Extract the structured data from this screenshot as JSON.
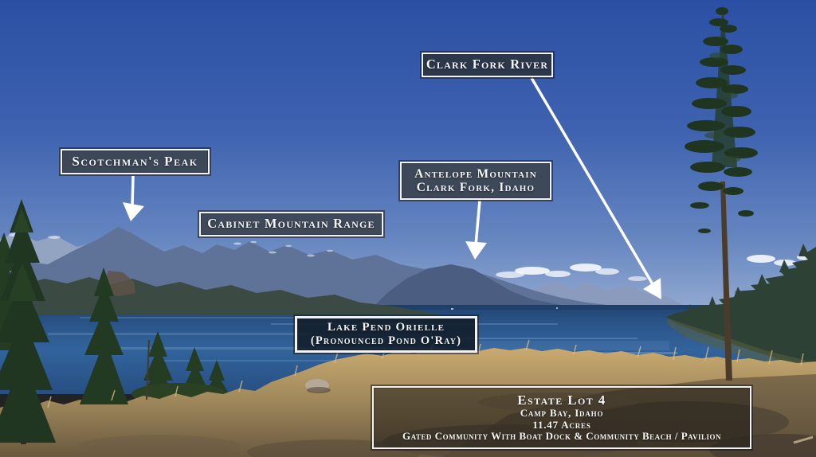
{
  "labels": {
    "clark_fork_river": {
      "text": "Clark Fork River"
    },
    "scotchmans_peak": {
      "text": "Scotchman's Peak"
    },
    "antelope_mountain": {
      "line1": "Antelope Mountain",
      "line2": "Clark Fork, Idaho"
    },
    "cabinet_mountain_range": {
      "text": "Cabinet Mountain Range"
    },
    "lake_pend_orielle": {
      "line1": "Lake Pend Orielle",
      "line2": "(Pronounced Pond O'Ray)"
    },
    "estate": {
      "line1": "Estate Lot 4",
      "line2": "Camp Bay, Idaho",
      "line3": "11.47 Acres",
      "line4": "Gated Community With Boat Dock & Community Beach / Pavilion"
    }
  },
  "colors": {
    "label_border": "#f2f2f2",
    "label_text": "#f5f5f5",
    "arrow": "#ffffff",
    "sky_top": "#2b4fa3",
    "sky_horizon": "#94abd2",
    "water_deep": "#2a5287",
    "grass_gold": "#c9aa70"
  }
}
